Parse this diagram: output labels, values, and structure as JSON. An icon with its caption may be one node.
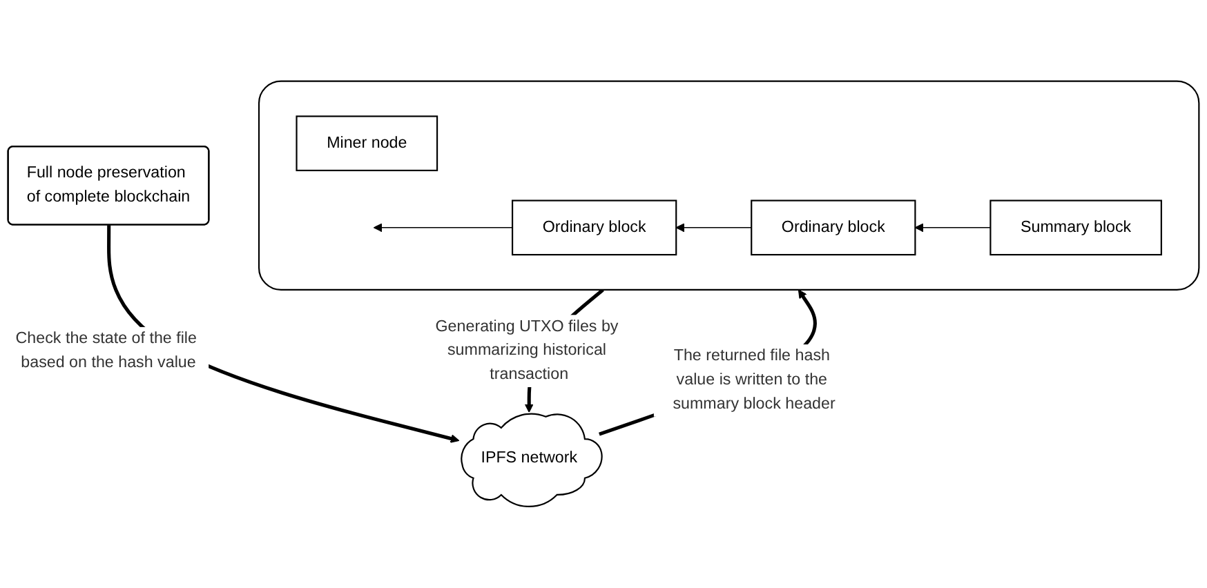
{
  "diagram": {
    "nodes": [
      {
        "text": [
          "IPFS network"
        ]
      },
      {
        "text": [
          "Full node preservation of complete blockchain"
        ]
      },
      {
        "text": [],
        "shape": "box"
      },
      {
        "text": [
          "Miner node"
        ],
        "in": 2
      },
      {
        "text": [
          "Ordinary block"
        ],
        "in": 2
      },
      {
        "text": [
          "Ordinary block"
        ],
        "in": 2
      },
      {
        "text": [
          "Summary block"
        ],
        "in": 2
      }
    ],
    "edges": [
      {
        "from": 1,
        "to": 0,
        "arrow": "to",
        "style": "thick",
        "label": "Check the state of the file based on the hash value"
      },
      {
        "from": 0,
        "to": 2,
        "arrow": "to",
        "style": "thick",
        "label": "The returned file hash value is written to the summary block header"
      },
      {
        "from": 2,
        "to": 0,
        "arrow": "to",
        "style": "thick",
        "label": "Generating UTXO files by summarizing historical transaction"
      },
      {
        "from": 6,
        "to": 5,
        "arrow": "to"
      },
      {
        "from": 5,
        "to": 4,
        "arrow": "to"
      },
      {
        "from": 4,
        "to": null,
        "arrow": "to"
      }
    ]
  }
}
